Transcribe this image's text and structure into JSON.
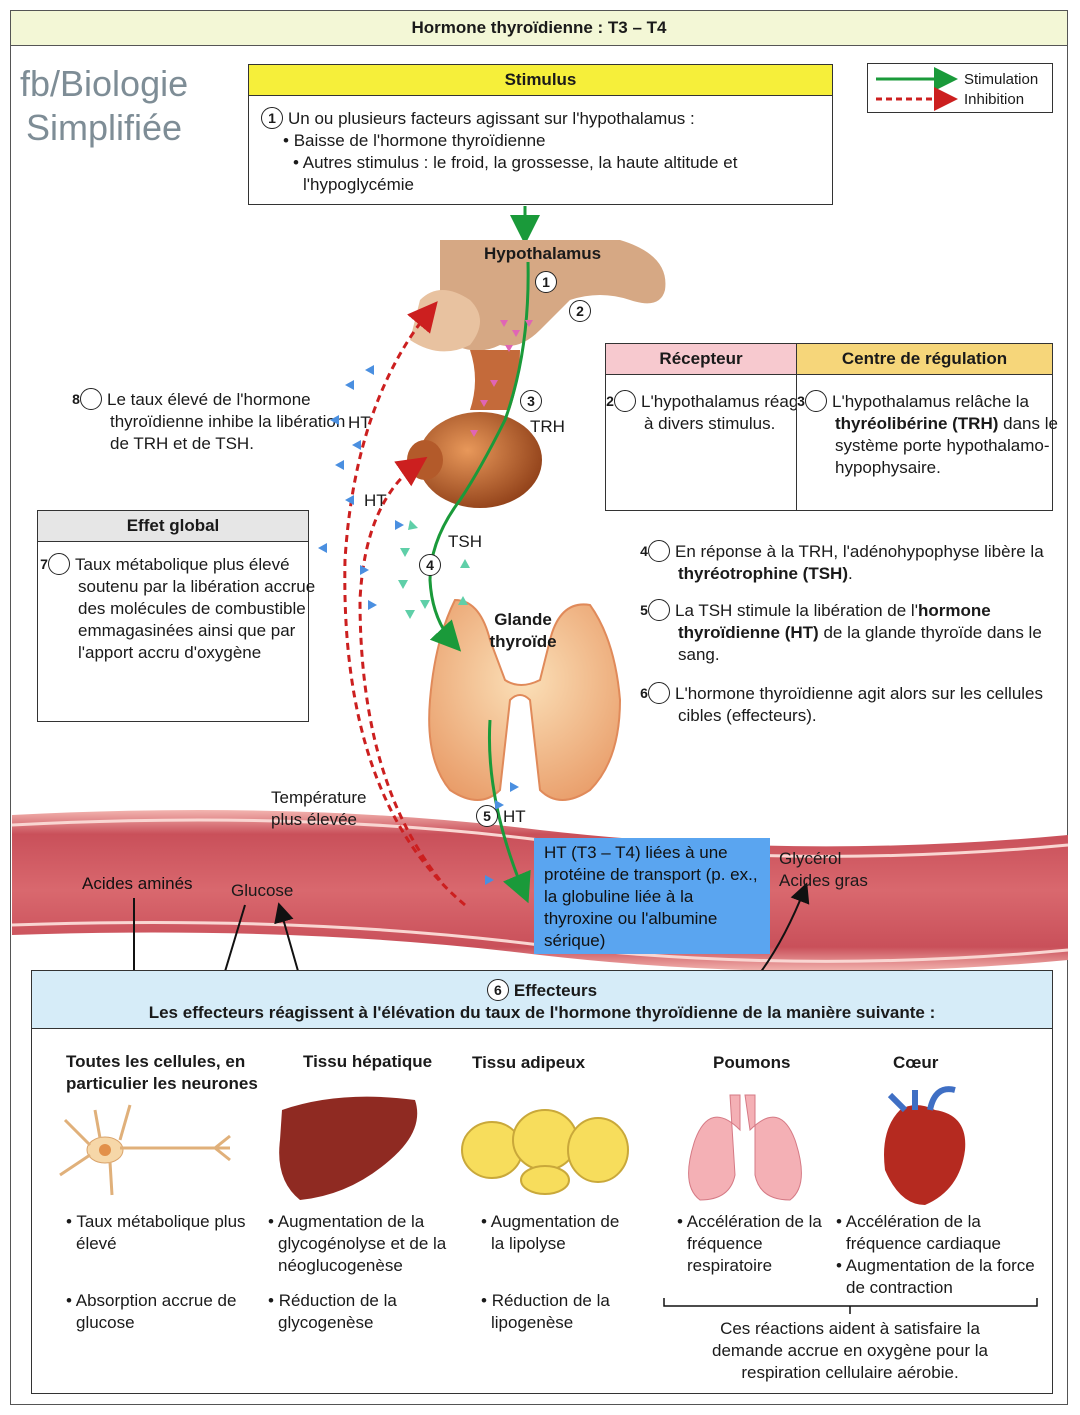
{
  "title": "Hormone thyroïdienne : T3 – T4",
  "watermark": [
    "fb/Biologie",
    "Simplifiée"
  ],
  "legend": {
    "stimulation": "Stimulation",
    "inhibition": "Inhibition",
    "stimulation_color": "#1a9a3a",
    "inhibition_color": "#cc1f1f"
  },
  "stimulus": {
    "title": "Stimulus",
    "num": "1",
    "text": "Un ou plusieurs facteurs agissant sur l'hypothalamus :",
    "bullets": [
      "Baisse de l'hormone thyroïdienne",
      "Autres stimulus : le froid, la grossesse, la haute altitude et l'hypoglycémie"
    ]
  },
  "receptor": {
    "title": "Récepteur",
    "num": "2",
    "text": "L'hypothalamus réagit à divers stimulus."
  },
  "control_center": {
    "title": "Centre de régulation",
    "num": "3",
    "pre": "L'hypothalamus relâche la ",
    "bold": "thyréolibérine (TRH)",
    "post": " dans le système porte hypothalamo-hypophysaire."
  },
  "step8": {
    "num": "8",
    "text": "Le taux élevé de l'hormone thyroïdienne inhibe la libération de TRH et de TSH."
  },
  "global_effect": {
    "title": "Effet global",
    "num": "7",
    "text": "Taux métabolique plus élevé soutenu par la libération accrue des molécules de combustible emmagasinées ainsi que par l'apport accru d'oxygène"
  },
  "step4": {
    "num": "4",
    "pre": "En réponse à la TRH, l'adénohypophyse libère la ",
    "bold": "thyréotrophine (TSH)",
    "post": "."
  },
  "step5": {
    "num": "5",
    "pre": "La TSH stimule la libération de l'",
    "bold": "hormone thyroïdienne (HT)",
    "post": " de la glande thyroïde dans le sang."
  },
  "step6": {
    "num": "6",
    "text": "L'hormone thyroïdienne agit alors sur les cellules cibles (effecteurs)."
  },
  "diagram_labels": {
    "hypothalamus": "Hypothalamus",
    "trh": "TRH",
    "tsh": "TSH",
    "ht": "HT",
    "glande": "Glande thyroïde",
    "temperature": "Température plus élevée",
    "acides_amines": "Acides aminés",
    "glucose": "Glucose",
    "glycerol": "Glycérol",
    "acides_gras": "Acides gras",
    "circle_1": "1",
    "circle_2": "2",
    "circle_3": "3",
    "circle_4": "4",
    "circle_5": "5"
  },
  "transport_box": {
    "text": "HT (T3 – T4) liées à une protéine de transport (p. ex., la globuline liée à la thyroxine ou l'albumine sérique)",
    "color": "#5aa5f0"
  },
  "effectors": {
    "num": "6",
    "title": "Effecteurs",
    "subtitle": "Les effecteurs réagissent à l'élévation du taux de l'hormone thyroïdienne de la manière suivante :",
    "columns": [
      {
        "title": "Toutes les cellules, en particulier les neurones",
        "icon": "neuron-icon",
        "bullets": [
          "Taux métabolique plus élevé",
          "Absorption accrue de glucose"
        ]
      },
      {
        "title": "Tissu hépatique",
        "icon": "liver-icon",
        "bullets": [
          "Augmentation de la glycogénolyse et de la néoglucogenèse",
          "Réduction de la glycogenèse"
        ]
      },
      {
        "title": "Tissu adipeux",
        "icon": "adipose-icon",
        "bullets": [
          "Augmentation de la lipolyse",
          "Réduction de la lipogenèse"
        ]
      },
      {
        "title": "Poumons",
        "icon": "lungs-icon",
        "bullets": [
          "Accélération de la fréquence respiratoire"
        ]
      },
      {
        "title": "Cœur",
        "icon": "heart-icon",
        "bullets": [
          "Accélération de la fréquence cardiaque",
          "Augmentation de la force de contraction"
        ]
      }
    ],
    "note": "Ces réactions aident à satisfaire la demande accrue en oxygène pour la respiration cellulaire aérobie."
  }
}
